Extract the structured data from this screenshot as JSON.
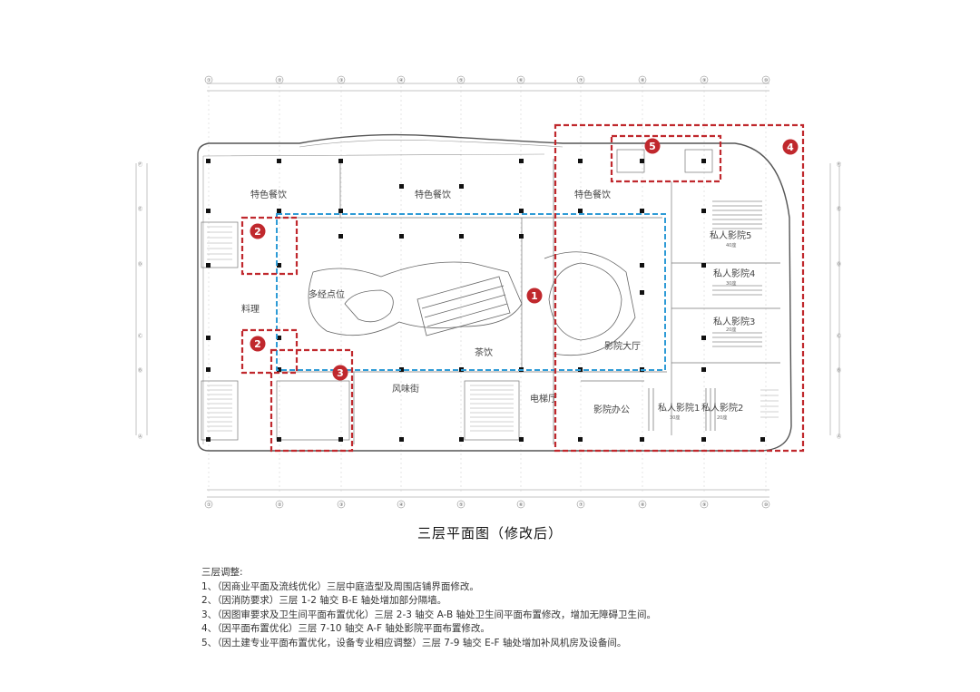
{
  "title": "三层平面图（修改后）",
  "notes": {
    "heading": "三层调整:",
    "items": [
      {
        "num": "1、",
        "text": "（因商业平面及流线优化）三层中庭造型及周围店铺界面修改。"
      },
      {
        "num": "2、",
        "text": "（因消防要求）三层 1-2 轴交 B-E 轴处增加部分隔墙。"
      },
      {
        "num": "3、",
        "text": "（因图审要求及卫生间平面布置优化）三层 2-3 轴交 A-B 轴处卫生间平面布置修改，增加无障碍卫生间。"
      },
      {
        "num": "4、",
        "text": "（因平面布置优化）三层 7-10 轴交 A-F 轴处影院平面布置修改。"
      },
      {
        "num": "5、",
        "text": "（因土建专业平面布置优化，设备专业相应调整）三层 7-9 轴交 E-F 轴处增加补风机房及设备间。"
      }
    ]
  },
  "rooms": {
    "specialty_dining_1": "特色餐饮",
    "specialty_dining_2": "特色餐饮",
    "specialty_dining_3": "特色餐饮",
    "multi_business": "多经点位",
    "cuisine": "料理",
    "flavor_street": "风味街",
    "cinema_hall": "影院大厅",
    "cinema_office": "影院办公",
    "elevator_hall": "电梯厅",
    "dessert": "茶饮",
    "private_cinema_1": "私人影院1",
    "private_cinema_1_seats": "30座",
    "private_cinema_2": "私人影院2",
    "private_cinema_2_seats": "20座",
    "private_cinema_3": "私人影院3",
    "private_cinema_3_seats": "20座",
    "private_cinema_4": "私人影院4",
    "private_cinema_4_seats": "30座",
    "private_cinema_5": "私人影院5",
    "private_cinema_5_seats": "40座"
  },
  "axes": {
    "columns": [
      "①",
      "②",
      "③",
      "④",
      "⑤",
      "⑥",
      "⑦",
      "⑧",
      "⑨",
      "⑩"
    ],
    "rows": [
      "Ⓐ",
      "Ⓑ",
      "Ⓒ",
      "Ⓓ",
      "Ⓔ",
      "Ⓕ"
    ]
  },
  "badges": [
    "1",
    "2",
    "2",
    "3",
    "4",
    "5"
  ],
  "colors": {
    "red": "#c0282d",
    "blue": "#2e9bd6",
    "wall": "#555555",
    "column": "#111111"
  }
}
